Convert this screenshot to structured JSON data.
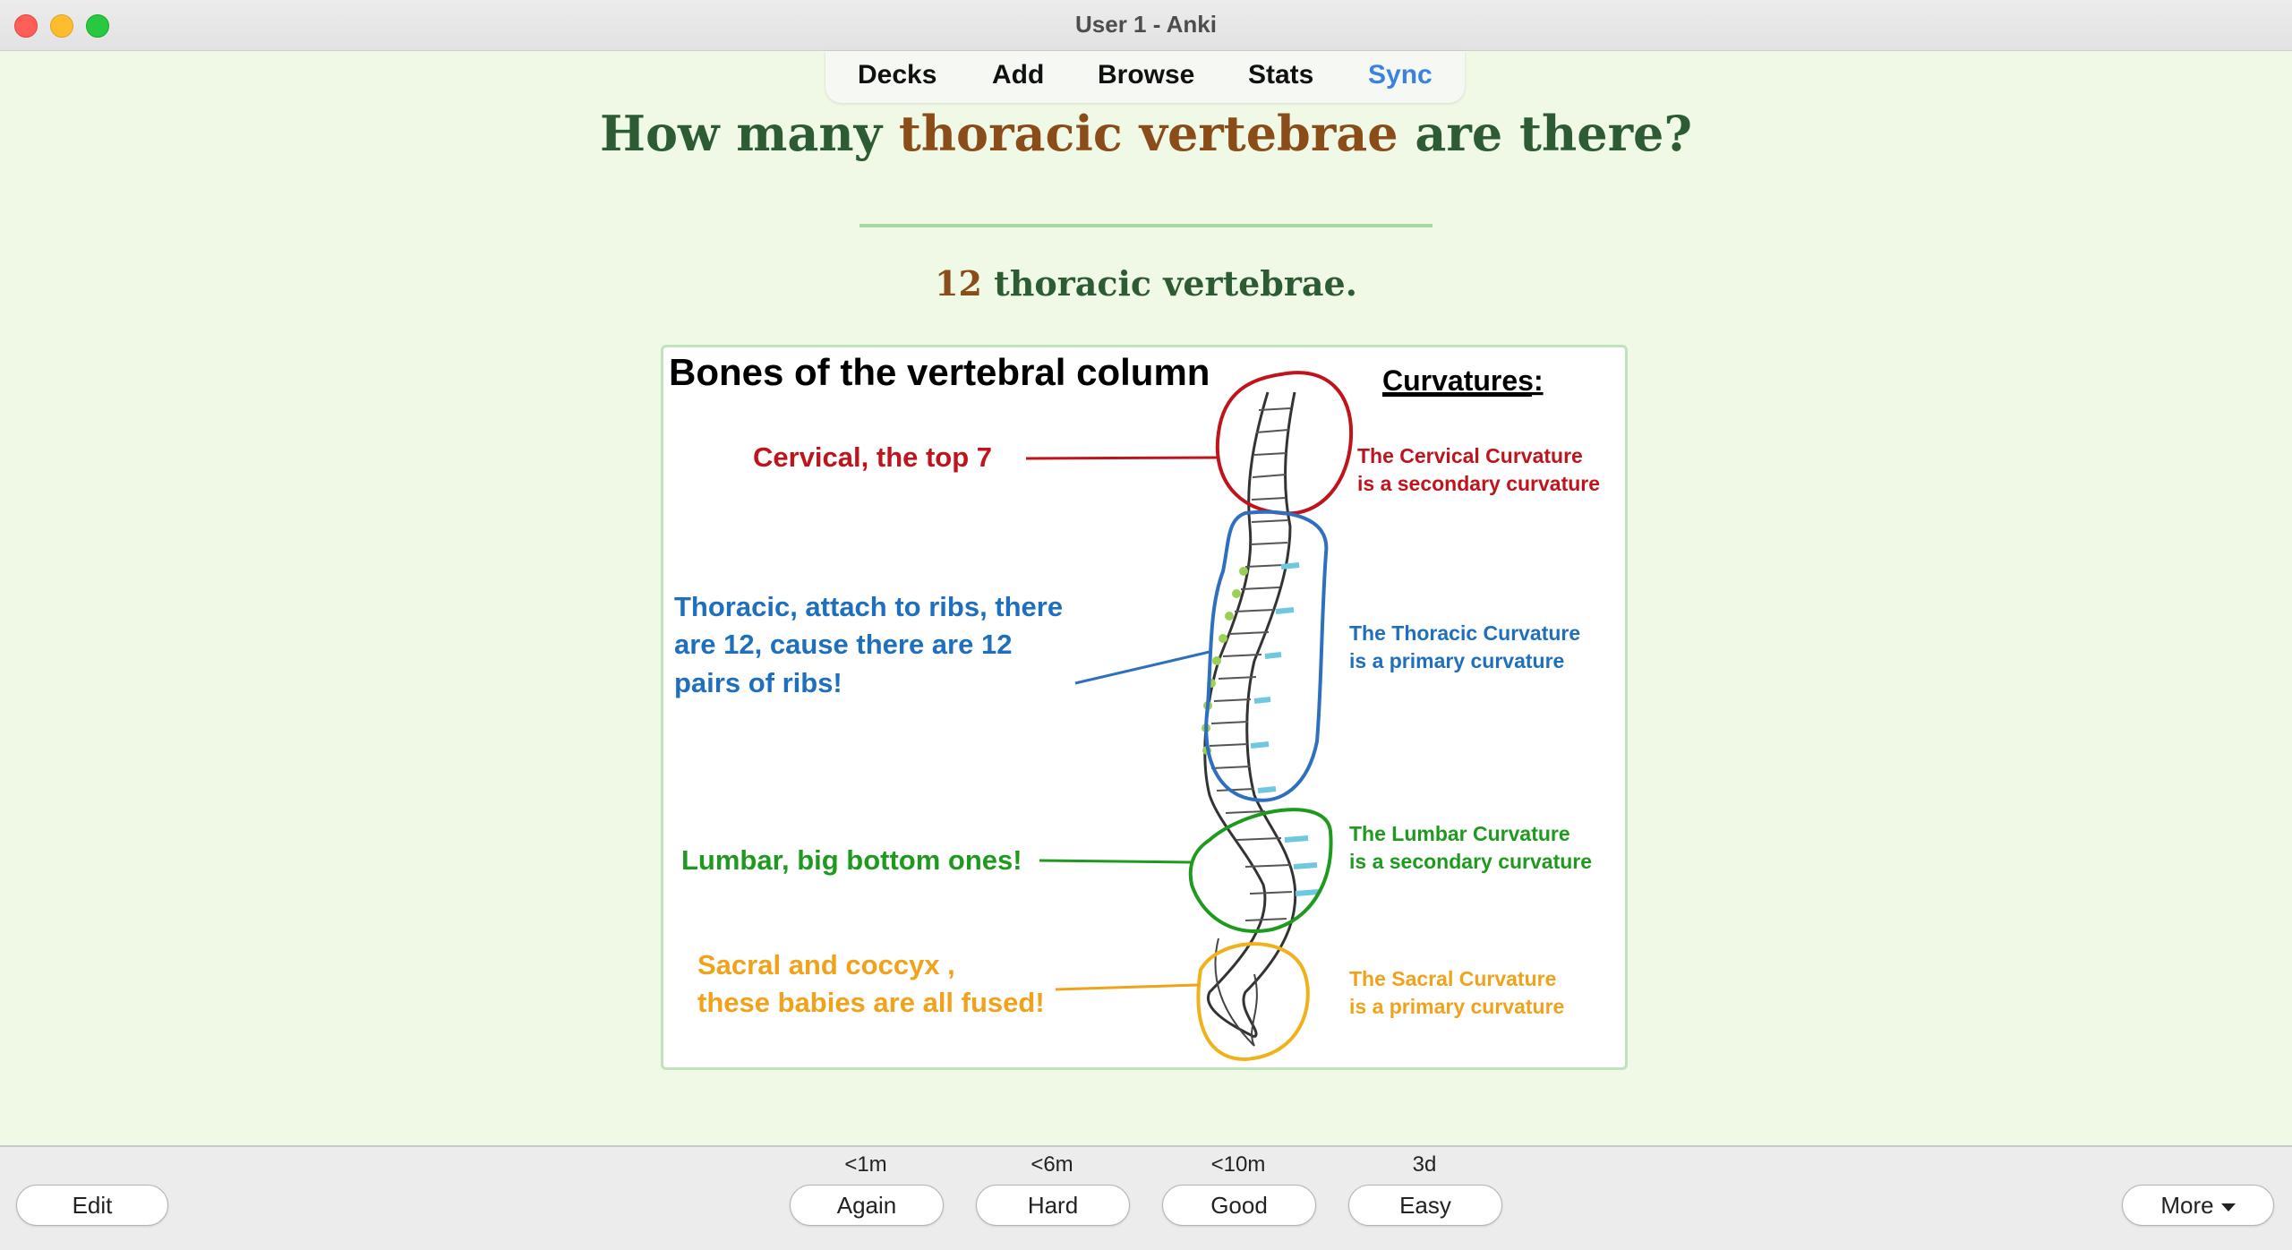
{
  "window": {
    "title": "User 1 - Anki"
  },
  "nav": {
    "decks": "Decks",
    "add": "Add",
    "browse": "Browse",
    "stats": "Stats",
    "sync": "Sync"
  },
  "card": {
    "question_pre": "How many ",
    "question_hl": "thoracic vertebrae",
    "question_post": " are there?",
    "answer_hl": "12",
    "answer_post": " thoracic vertebrae."
  },
  "diagram": {
    "title": "Bones of the vertebral column",
    "curvatures_heading": "Curvatures:",
    "cervical_label": "Cervical, the top 7",
    "thoracic_line1": "Thoracic, attach to ribs, there",
    "thoracic_line2": "are 12, cause there are 12",
    "thoracic_line3": "pairs of ribs!",
    "lumbar_label": "Lumbar, big bottom ones!",
    "sacral_line1": "Sacral and coccyx ,",
    "sacral_line2": "these babies are all fused!",
    "cervical_curv1": "The Cervical Curvature",
    "cervical_curv2": "is a secondary curvature",
    "thoracic_curv1": "The Thoracic Curvature",
    "thoracic_curv2": "is a primary curvature",
    "lumbar_curv1": "The Lumbar Curvature",
    "lumbar_curv2": "is a secondary curvature",
    "sacral_curv1": "The Sacral Curvature",
    "sacral_curv2": "is a primary curvature"
  },
  "colors": {
    "cervical": "#c0141c",
    "thoracic": "#1f6fbf",
    "lumbar": "#1e9a1e",
    "sacral": "#f0a21a"
  },
  "review": {
    "edit": "Edit",
    "more": "More",
    "again_interval": "<1m",
    "again": "Again",
    "hard_interval": "<6m",
    "hard": "Hard",
    "good_interval": "<10m",
    "good": "Good",
    "easy_interval": "3d",
    "easy": "Easy"
  }
}
